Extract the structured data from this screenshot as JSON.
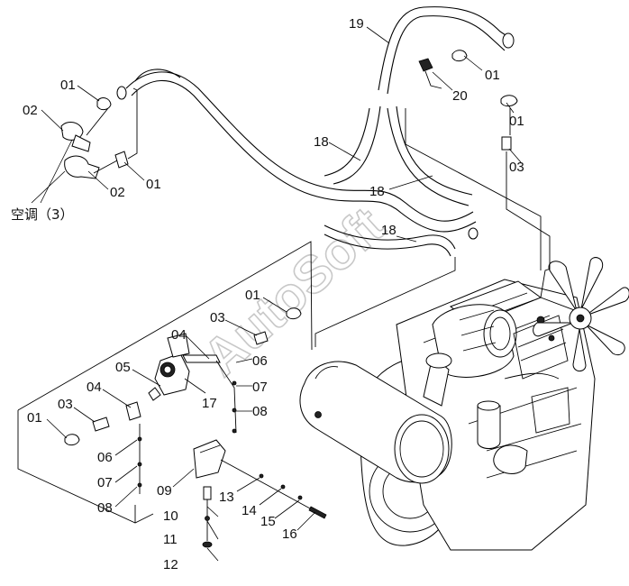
{
  "watermark": "AutoSoft",
  "labels": {
    "l01a": "01",
    "l01b": "01",
    "l01c": "01",
    "l01d": "01",
    "l01e": "01",
    "l01f": "01",
    "l02a": "02",
    "l02b": "02",
    "l03a": "03",
    "l03b": "03",
    "l03c": "03",
    "l04a": "04",
    "l04b": "04",
    "l05": "05",
    "l06a": "06",
    "l06b": "06",
    "l07a": "07",
    "l07b": "07",
    "l08a": "08",
    "l08b": "08",
    "l09": "09",
    "l10": "10",
    "l11": "11",
    "l12": "12",
    "l13": "13",
    "l14": "14",
    "l15": "15",
    "l16": "16",
    "l17": "17",
    "l18a": "18",
    "l18b": "18",
    "l18c": "18",
    "l19": "19",
    "l20": "20",
    "aircon": "空调（3）"
  }
}
